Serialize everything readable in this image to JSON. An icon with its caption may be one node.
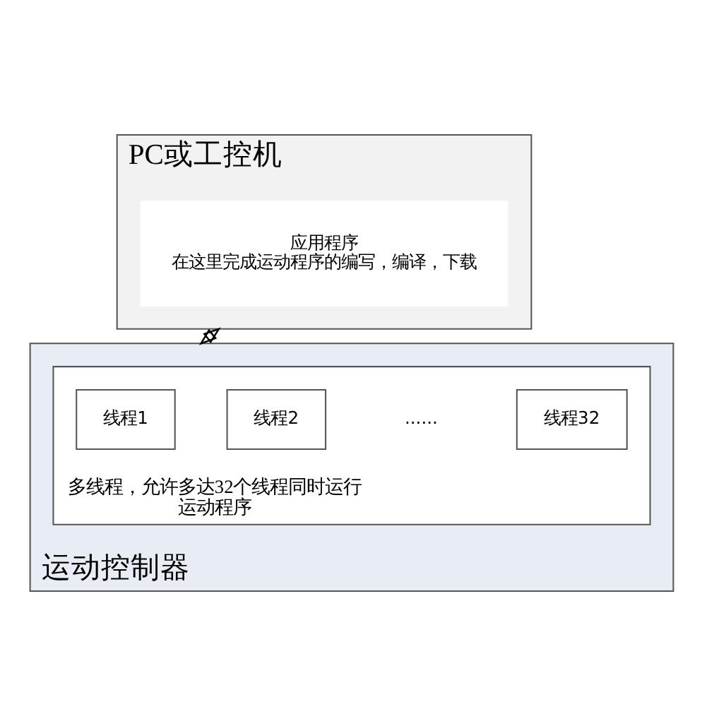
{
  "diagram": {
    "nodes": [
      {
        "text": [
          "PC或工控机"
        ]
      },
      {
        "text": [
          "应用程序",
          "在这里完成运动程序的编写，编译，下载"
        ],
        "in": 0
      },
      {
        "text": [
          "运动控制器"
        ]
      },
      {
        "text": [
          "多线程，允许多达32个线程同时运行",
          "运动程序"
        ],
        "in": 2
      },
      {
        "text": [
          "线程1"
        ],
        "in": 3
      },
      {
        "text": [
          "线程2"
        ],
        "in": 3
      },
      {
        "text": [
          "线程32"
        ],
        "in": 3
      }
    ],
    "edges": [
      {
        "from": 0,
        "to": 2,
        "arrow": "both"
      }
    ],
    "labels": [
      "......"
    ]
  }
}
